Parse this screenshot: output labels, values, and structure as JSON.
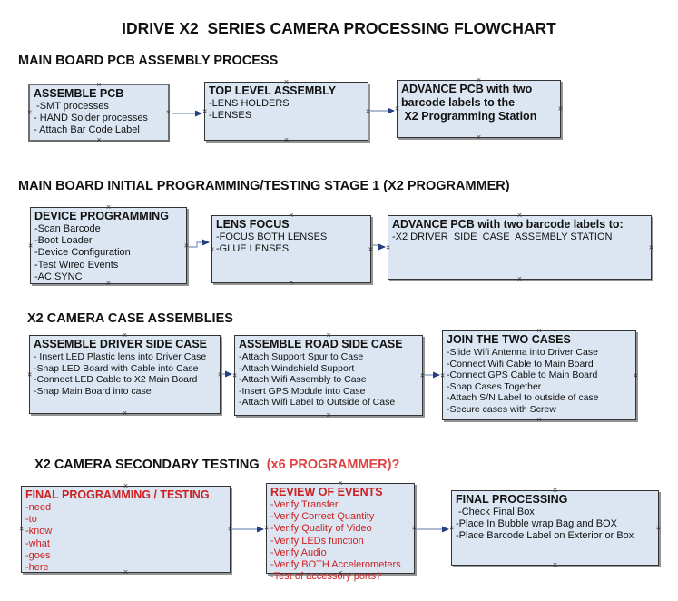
{
  "title": "IDRIVE X2  SERIES CAMERA PROCESSING FLOWCHART",
  "colors": {
    "box_fill": "#dce6f2",
    "box_border": "#333333",
    "shadow_gray": "#949494",
    "red_text": "#cc2222",
    "header_red": "#dd4444",
    "arrow_line": "#8fa3c8",
    "arrow_head": "#24407e"
  },
  "sections": [
    {
      "header": "MAIN BOARD PCB ASSEMBLY PROCESS",
      "boxes": [
        {
          "title": "ASSEMBLE PCB",
          "items": [
            " -SMT processes",
            "- HAND Solder processes",
            "- Attach Bar Code Label"
          ]
        },
        {
          "title": "TOP LEVEL ASSEMBLY",
          "items": [
            "-LENS HOLDERS",
            "-LENSES"
          ]
        },
        {
          "title_lines": [
            "ADVANCE PCB with two",
            "barcode labels to the",
            " X2 Programming Station"
          ],
          "items": []
        }
      ]
    },
    {
      "header": "MAIN BOARD INITIAL PROGRAMMING/TESTING STAGE 1 (X2 PROGRAMMER)",
      "boxes": [
        {
          "title": "DEVICE PROGRAMMING",
          "items": [
            "-Scan Barcode",
            "-Boot Loader",
            "-Device Configuration",
            "-Test Wired Events",
            "-AC SYNC"
          ]
        },
        {
          "title": "LENS FOCUS",
          "items": [
            "-FOCUS BOTH LENSES",
            "-GLUE LENSES"
          ]
        },
        {
          "title": "ADVANCE PCB with two barcode labels to:",
          "items": [
            "-X2 DRIVER  SIDE  CASE  ASSEMBLY STATION"
          ]
        }
      ]
    },
    {
      "header": "X2 CAMERA CASE ASSEMBLIES",
      "boxes": [
        {
          "title": "ASSEMBLE DRIVER SIDE CASE",
          "items": [
            "- Insert LED Plastic lens into Driver Case",
            "-Snap LED Board with Cable into Case",
            "-Connect LED Cable to X2 Main Board",
            "-Snap Main Board into case"
          ]
        },
        {
          "title": "ASSEMBLE ROAD SIDE CASE",
          "items": [
            "-Attach Support Spur to Case",
            "-Attach Windshield Support",
            "-Attach Wifi Assembly to Case",
            "-Insert GPS Module into Case",
            "-Attach Wifi Label to Outside of Case"
          ]
        },
        {
          "title": "JOIN THE TWO CASES",
          "items": [
            "-Slide Wifi Antenna into Driver Case",
            "-Connect Wifi Cable to Main Board",
            "-Connect GPS Cable to Main Board",
            "-Snap Cases Together",
            "-Attach S/N Label to outside of case",
            "-Secure cases with Screw"
          ]
        }
      ]
    },
    {
      "header": "X2 CAMERA SECONDARY TESTING",
      "header_red": "  (x6 PROGRAMMER)?",
      "boxes": [
        {
          "title": "FINAL PROGRAMMING / TESTING",
          "items": [
            "-need",
            "-to",
            "-know",
            "-what",
            "-goes",
            "-here"
          ]
        },
        {
          "title": "REVIEW OF EVENTS",
          "items": [
            "-Verify Transfer",
            "-Verify Correct Quantity",
            "-Verify Quality of Video",
            "-Verify LEDs function",
            "-Verify Audio",
            "-Verify BOTH Accelerometers",
            "-Test of accessory ports?"
          ]
        },
        {
          "title": "FINAL PROCESSING",
          "items": [
            " -Check Final Box",
            "-Place In Bubble wrap Bag and BOX",
            "-Place Barcode Label on Exterior or Box"
          ]
        }
      ]
    }
  ]
}
